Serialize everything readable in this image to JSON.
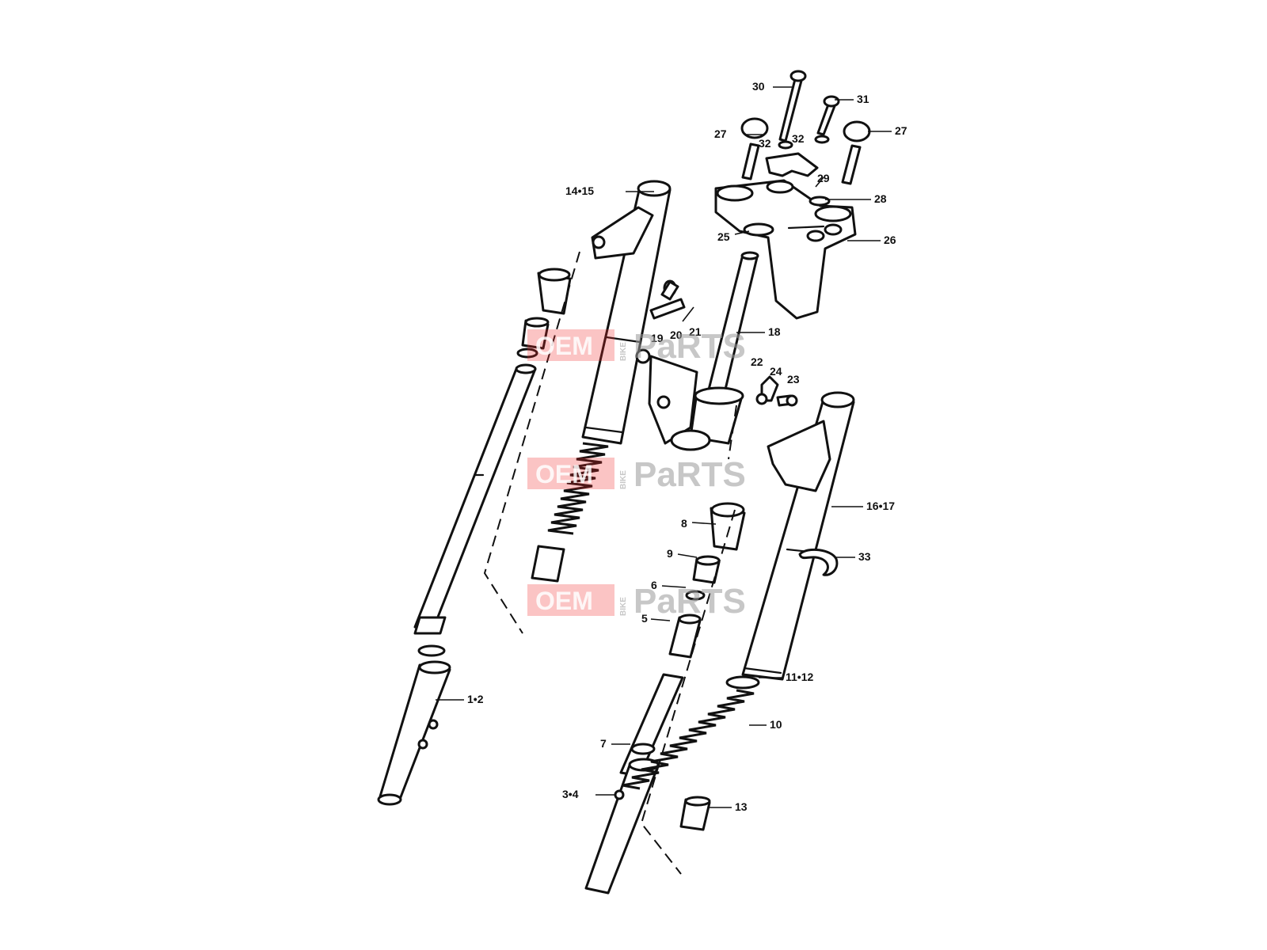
{
  "callouts": [
    {
      "id": "30",
      "text": "30"
    },
    {
      "id": "31",
      "text": "31"
    },
    {
      "id": "27a",
      "text": "27"
    },
    {
      "id": "27b",
      "text": "27"
    },
    {
      "id": "32a",
      "text": "32"
    },
    {
      "id": "32b",
      "text": "32"
    },
    {
      "id": "29",
      "text": "29"
    },
    {
      "id": "28",
      "text": "28"
    },
    {
      "id": "25",
      "text": "25"
    },
    {
      "id": "26",
      "text": "26"
    },
    {
      "id": "14-15",
      "text": "14•15"
    },
    {
      "id": "18",
      "text": "18"
    },
    {
      "id": "19",
      "text": "19"
    },
    {
      "id": "20",
      "text": "20"
    },
    {
      "id": "21",
      "text": "21"
    },
    {
      "id": "22",
      "text": "22"
    },
    {
      "id": "24",
      "text": "24"
    },
    {
      "id": "23",
      "text": "23"
    },
    {
      "id": "16-17",
      "text": "16•17"
    },
    {
      "id": "8",
      "text": "8"
    },
    {
      "id": "33",
      "text": "33"
    },
    {
      "id": "9",
      "text": "9"
    },
    {
      "id": "6",
      "text": "6"
    },
    {
      "id": "5",
      "text": "5"
    },
    {
      "id": "11-12",
      "text": "11•12"
    },
    {
      "id": "10",
      "text": "10"
    },
    {
      "id": "1-2",
      "text": "1•2"
    },
    {
      "id": "7",
      "text": "7"
    },
    {
      "id": "3-4",
      "text": "3•4"
    },
    {
      "id": "13",
      "text": "13"
    }
  ],
  "watermark": {
    "oem": "OEM",
    "bike": "BIKE",
    "parts": "PaRTS"
  }
}
